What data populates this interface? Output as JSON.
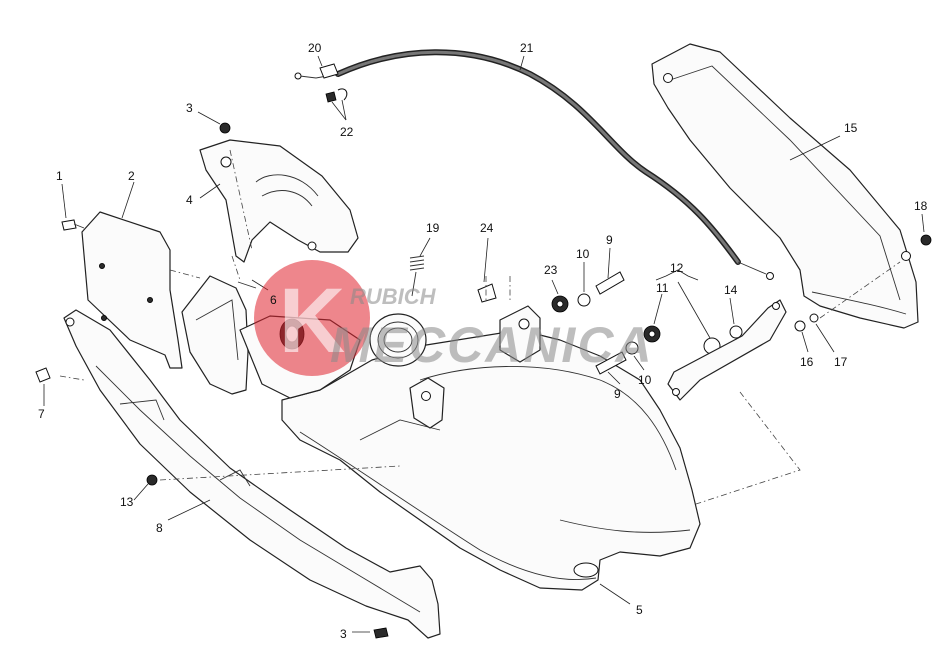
{
  "watermark": {
    "line1": "RUBICH",
    "line2": "MECCANICA",
    "logo_letter": "K",
    "logo_color": "#e0232d"
  },
  "callouts": [
    {
      "id": "c1",
      "label": "1"
    },
    {
      "id": "c2",
      "label": "2"
    },
    {
      "id": "c3a",
      "label": "3"
    },
    {
      "id": "c3b",
      "label": "3"
    },
    {
      "id": "c4",
      "label": "4"
    },
    {
      "id": "c5",
      "label": "5"
    },
    {
      "id": "c6",
      "label": "6"
    },
    {
      "id": "c7",
      "label": "7"
    },
    {
      "id": "c8",
      "label": "8"
    },
    {
      "id": "c9a",
      "label": "9"
    },
    {
      "id": "c9b",
      "label": "9"
    },
    {
      "id": "c10a",
      "label": "10"
    },
    {
      "id": "c10b",
      "label": "10"
    },
    {
      "id": "c11",
      "label": "11"
    },
    {
      "id": "c12",
      "label": "12"
    },
    {
      "id": "c13",
      "label": "13"
    },
    {
      "id": "c14",
      "label": "14"
    },
    {
      "id": "c15",
      "label": "15"
    },
    {
      "id": "c16",
      "label": "16"
    },
    {
      "id": "c17",
      "label": "17"
    },
    {
      "id": "c18",
      "label": "18"
    },
    {
      "id": "c19",
      "label": "19"
    },
    {
      "id": "c20",
      "label": "20"
    },
    {
      "id": "c21",
      "label": "21"
    },
    {
      "id": "c22",
      "label": "22"
    },
    {
      "id": "c23",
      "label": "23"
    },
    {
      "id": "c24",
      "label": "24"
    }
  ]
}
